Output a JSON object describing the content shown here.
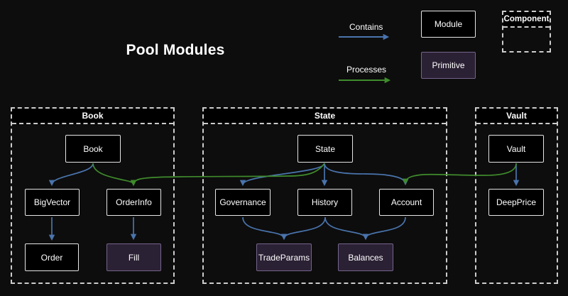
{
  "title": "Pool Modules",
  "legend": {
    "contains": "Contains",
    "processes": "Processes",
    "module": "Module",
    "primitive": "Primitive",
    "component": "Component"
  },
  "colors": {
    "background": "#0d0d0d",
    "node_fill": "#000000",
    "node_border": "#e6e6e6",
    "primitive_fill": "#2b2134",
    "primitive_border": "#75648c",
    "container_border": "#cccccc",
    "header_fill": "#000000",
    "text": "#ffffff",
    "contains_arrow": "#4a74ad",
    "processes_arrow": "#3f8b2c"
  },
  "containers": {
    "book": {
      "label": "Book"
    },
    "state": {
      "label": "State"
    },
    "vault": {
      "label": "Vault"
    }
  },
  "nodes": {
    "book": {
      "label": "Book",
      "kind": "module"
    },
    "bigvector": {
      "label": "BigVector",
      "kind": "module"
    },
    "orderinfo": {
      "label": "OrderInfo",
      "kind": "module"
    },
    "order": {
      "label": "Order",
      "kind": "module"
    },
    "fill": {
      "label": "Fill",
      "kind": "primitive"
    },
    "state": {
      "label": "State",
      "kind": "module"
    },
    "governance": {
      "label": "Governance",
      "kind": "module"
    },
    "history": {
      "label": "History",
      "kind": "module"
    },
    "account": {
      "label": "Account",
      "kind": "module"
    },
    "tradeparams": {
      "label": "TradeParams",
      "kind": "primitive"
    },
    "balances": {
      "label": "Balances",
      "kind": "primitive"
    },
    "vault": {
      "label": "Vault",
      "kind": "module"
    },
    "deepprice": {
      "label": "DeepPrice",
      "kind": "module"
    }
  },
  "edges": [
    {
      "from": "Book",
      "to": "BigVector",
      "type": "contains"
    },
    {
      "from": "Book",
      "to": "OrderInfo",
      "type": "processes"
    },
    {
      "from": "State",
      "to": "OrderInfo",
      "type": "processes"
    },
    {
      "from": "State",
      "to": "Governance",
      "type": "contains"
    },
    {
      "from": "State",
      "to": "History",
      "type": "contains"
    },
    {
      "from": "State",
      "to": "Account",
      "type": "contains"
    },
    {
      "from": "Vault",
      "to": "Account",
      "type": "processes"
    },
    {
      "from": "Vault",
      "to": "DeepPrice",
      "type": "contains"
    },
    {
      "from": "BigVector",
      "to": "Order",
      "type": "contains"
    },
    {
      "from": "OrderInfo",
      "to": "Fill",
      "type": "contains"
    },
    {
      "from": "Governance",
      "to": "TradeParams",
      "type": "contains"
    },
    {
      "from": "History",
      "to": "TradeParams",
      "type": "contains"
    },
    {
      "from": "History",
      "to": "Balances",
      "type": "contains"
    },
    {
      "from": "Account",
      "to": "Balances",
      "type": "contains"
    }
  ]
}
